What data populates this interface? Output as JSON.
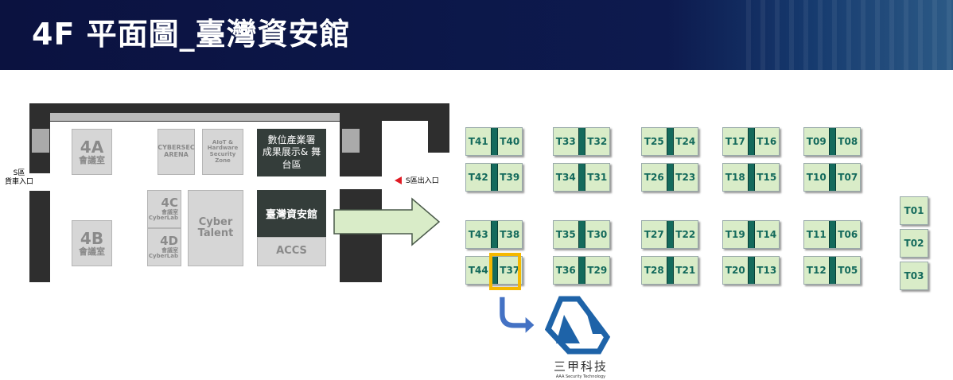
{
  "header": {
    "title": "4F 平面圖_臺灣資安館"
  },
  "floor": {
    "rooms": {
      "r4a": {
        "code": "4A",
        "label": "會議室"
      },
      "r4b": {
        "code": "4B",
        "label": "會議室"
      },
      "r4c": {
        "code": "4C",
        "label": "會議室",
        "sub": "CyberLab"
      },
      "r4d": {
        "code": "4D",
        "label": "會議室",
        "sub": "CyberLab"
      },
      "cybersec": "CYBERSEC ARENA",
      "aiot": "AIoT & Hardware Security Zone",
      "talent": "Cyber Talent",
      "digital": "數位產業署 成果展示& 舞台區",
      "taiwan": "臺灣資安館",
      "accs": "ACCS"
    },
    "truck_entrance": {
      "line1": "S區",
      "line2": "貨車入口"
    },
    "exit": "S區出入口"
  },
  "booths": [
    [
      "T41",
      "T40"
    ],
    [
      "T42",
      "T39"
    ],
    [
      "T43",
      "T38"
    ],
    [
      "T44",
      "T37"
    ],
    [
      "T33",
      "T32"
    ],
    [
      "T34",
      "T31"
    ],
    [
      "T35",
      "T30"
    ],
    [
      "T36",
      "T29"
    ],
    [
      "T25",
      "T24"
    ],
    [
      "T26",
      "T23"
    ],
    [
      "T27",
      "T22"
    ],
    [
      "T28",
      "T21"
    ],
    [
      "T17",
      "T16"
    ],
    [
      "T18",
      "T15"
    ],
    [
      "T19",
      "T14"
    ],
    [
      "T20",
      "T13"
    ],
    [
      "T09",
      "T08"
    ],
    [
      "T10",
      "T07"
    ],
    [
      "T11",
      "T06"
    ],
    [
      "T12",
      "T05"
    ]
  ],
  "singles": [
    "T01",
    "T02",
    "T03"
  ],
  "highlight": {
    "booth": "T37",
    "color": "#f5b800"
  },
  "company": {
    "name": "三甲科技",
    "tagline": "AAA Security Technology",
    "color": "#1e63a8"
  }
}
